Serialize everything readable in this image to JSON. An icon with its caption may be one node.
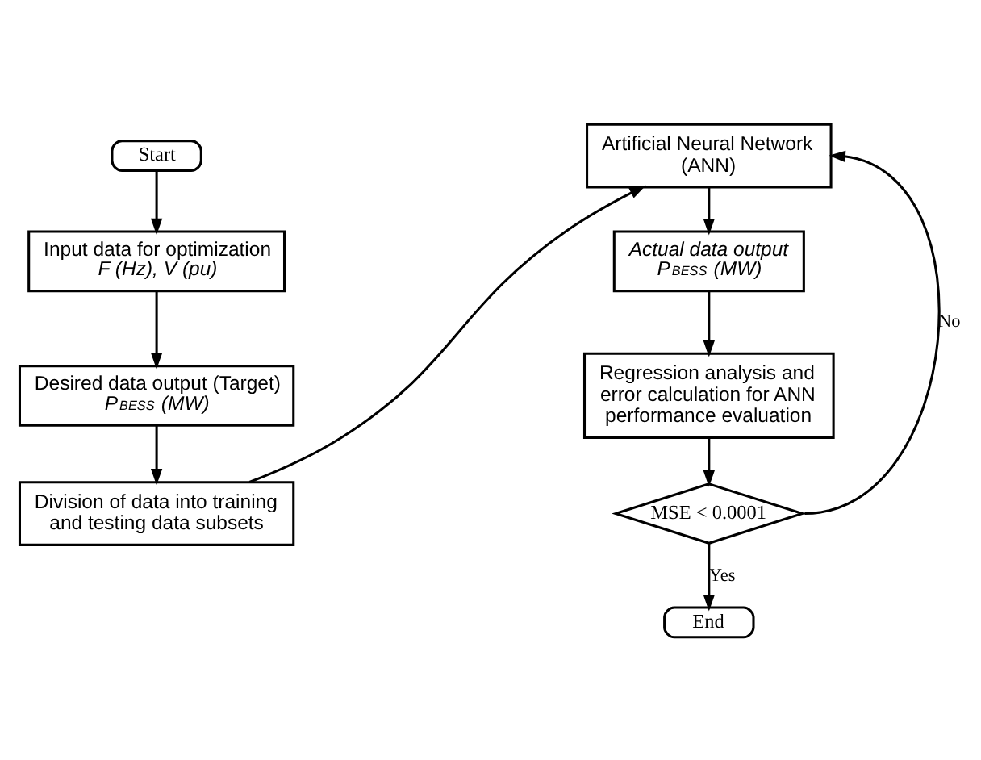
{
  "diagram": {
    "nodes": [
      {
        "text": [
          "Start"
        ]
      },
      {
        "text": [
          "Input data for optimization",
          "F (Hz), V (pu)"
        ]
      },
      {
        "text": [
          "Desired data output (Target)",
          "P$_{BESS}$ (MW)"
        ]
      },
      {
        "text": [
          "Division of data into training and testing data subsets"
        ]
      },
      {
        "text": [
          "Artificial Neural Network (ANN)"
        ]
      },
      {
        "text": [
          "Actual data output",
          "P$_{BESS}$ (MW)"
        ]
      },
      {
        "text": [
          "Regression analysis and error calculation for ANN performance evaluation"
        ]
      },
      {
        "text": [
          "MSE < 0.0001"
        ]
      },
      {
        "text": [
          "End"
        ]
      }
    ],
    "edges": [
      {
        "from": 0,
        "to": 1,
        "arrow": "to"
      },
      {
        "from": 1,
        "to": 2,
        "arrow": "to"
      },
      {
        "from": 2,
        "to": 3,
        "arrow": "to"
      },
      {
        "from": 3,
        "to": 4,
        "arrow": "to"
      },
      {
        "from": 4,
        "to": 5,
        "arrow": "to"
      },
      {
        "from": 5,
        "to": 6,
        "arrow": "to"
      },
      {
        "from": 6,
        "to": 7,
        "arrow": "to"
      },
      {
        "from": 7,
        "to": 4,
        "arrow": "to",
        "label": "No"
      },
      {
        "from": 7,
        "to": 8,
        "arrow": "to",
        "label": "Yes"
      }
    ]
  }
}
